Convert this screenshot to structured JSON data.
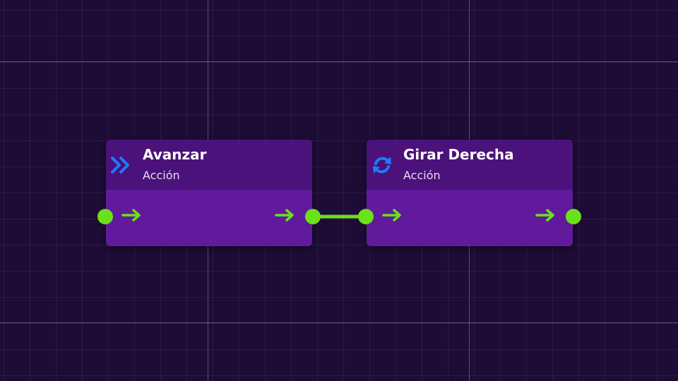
{
  "canvas": {
    "background_color": "#1d0c35",
    "grid_color": "#7a5aa8"
  },
  "nodes": [
    {
      "title": "Avanzar",
      "subtitle": "Acción",
      "icon": "double-chevron-right-icon",
      "header_color": "#4a127a",
      "body_color": "#601a9b"
    },
    {
      "title": "Girar Derecha",
      "subtitle": "Acción",
      "icon": "rotate-arrows-icon",
      "header_color": "#4a127a",
      "body_color": "#601a9b"
    }
  ],
  "colors": {
    "port": "#6be11c",
    "connection": "#6be11c",
    "flow_arrow": "#6be11c",
    "icon_blue": "#1f7bff"
  }
}
